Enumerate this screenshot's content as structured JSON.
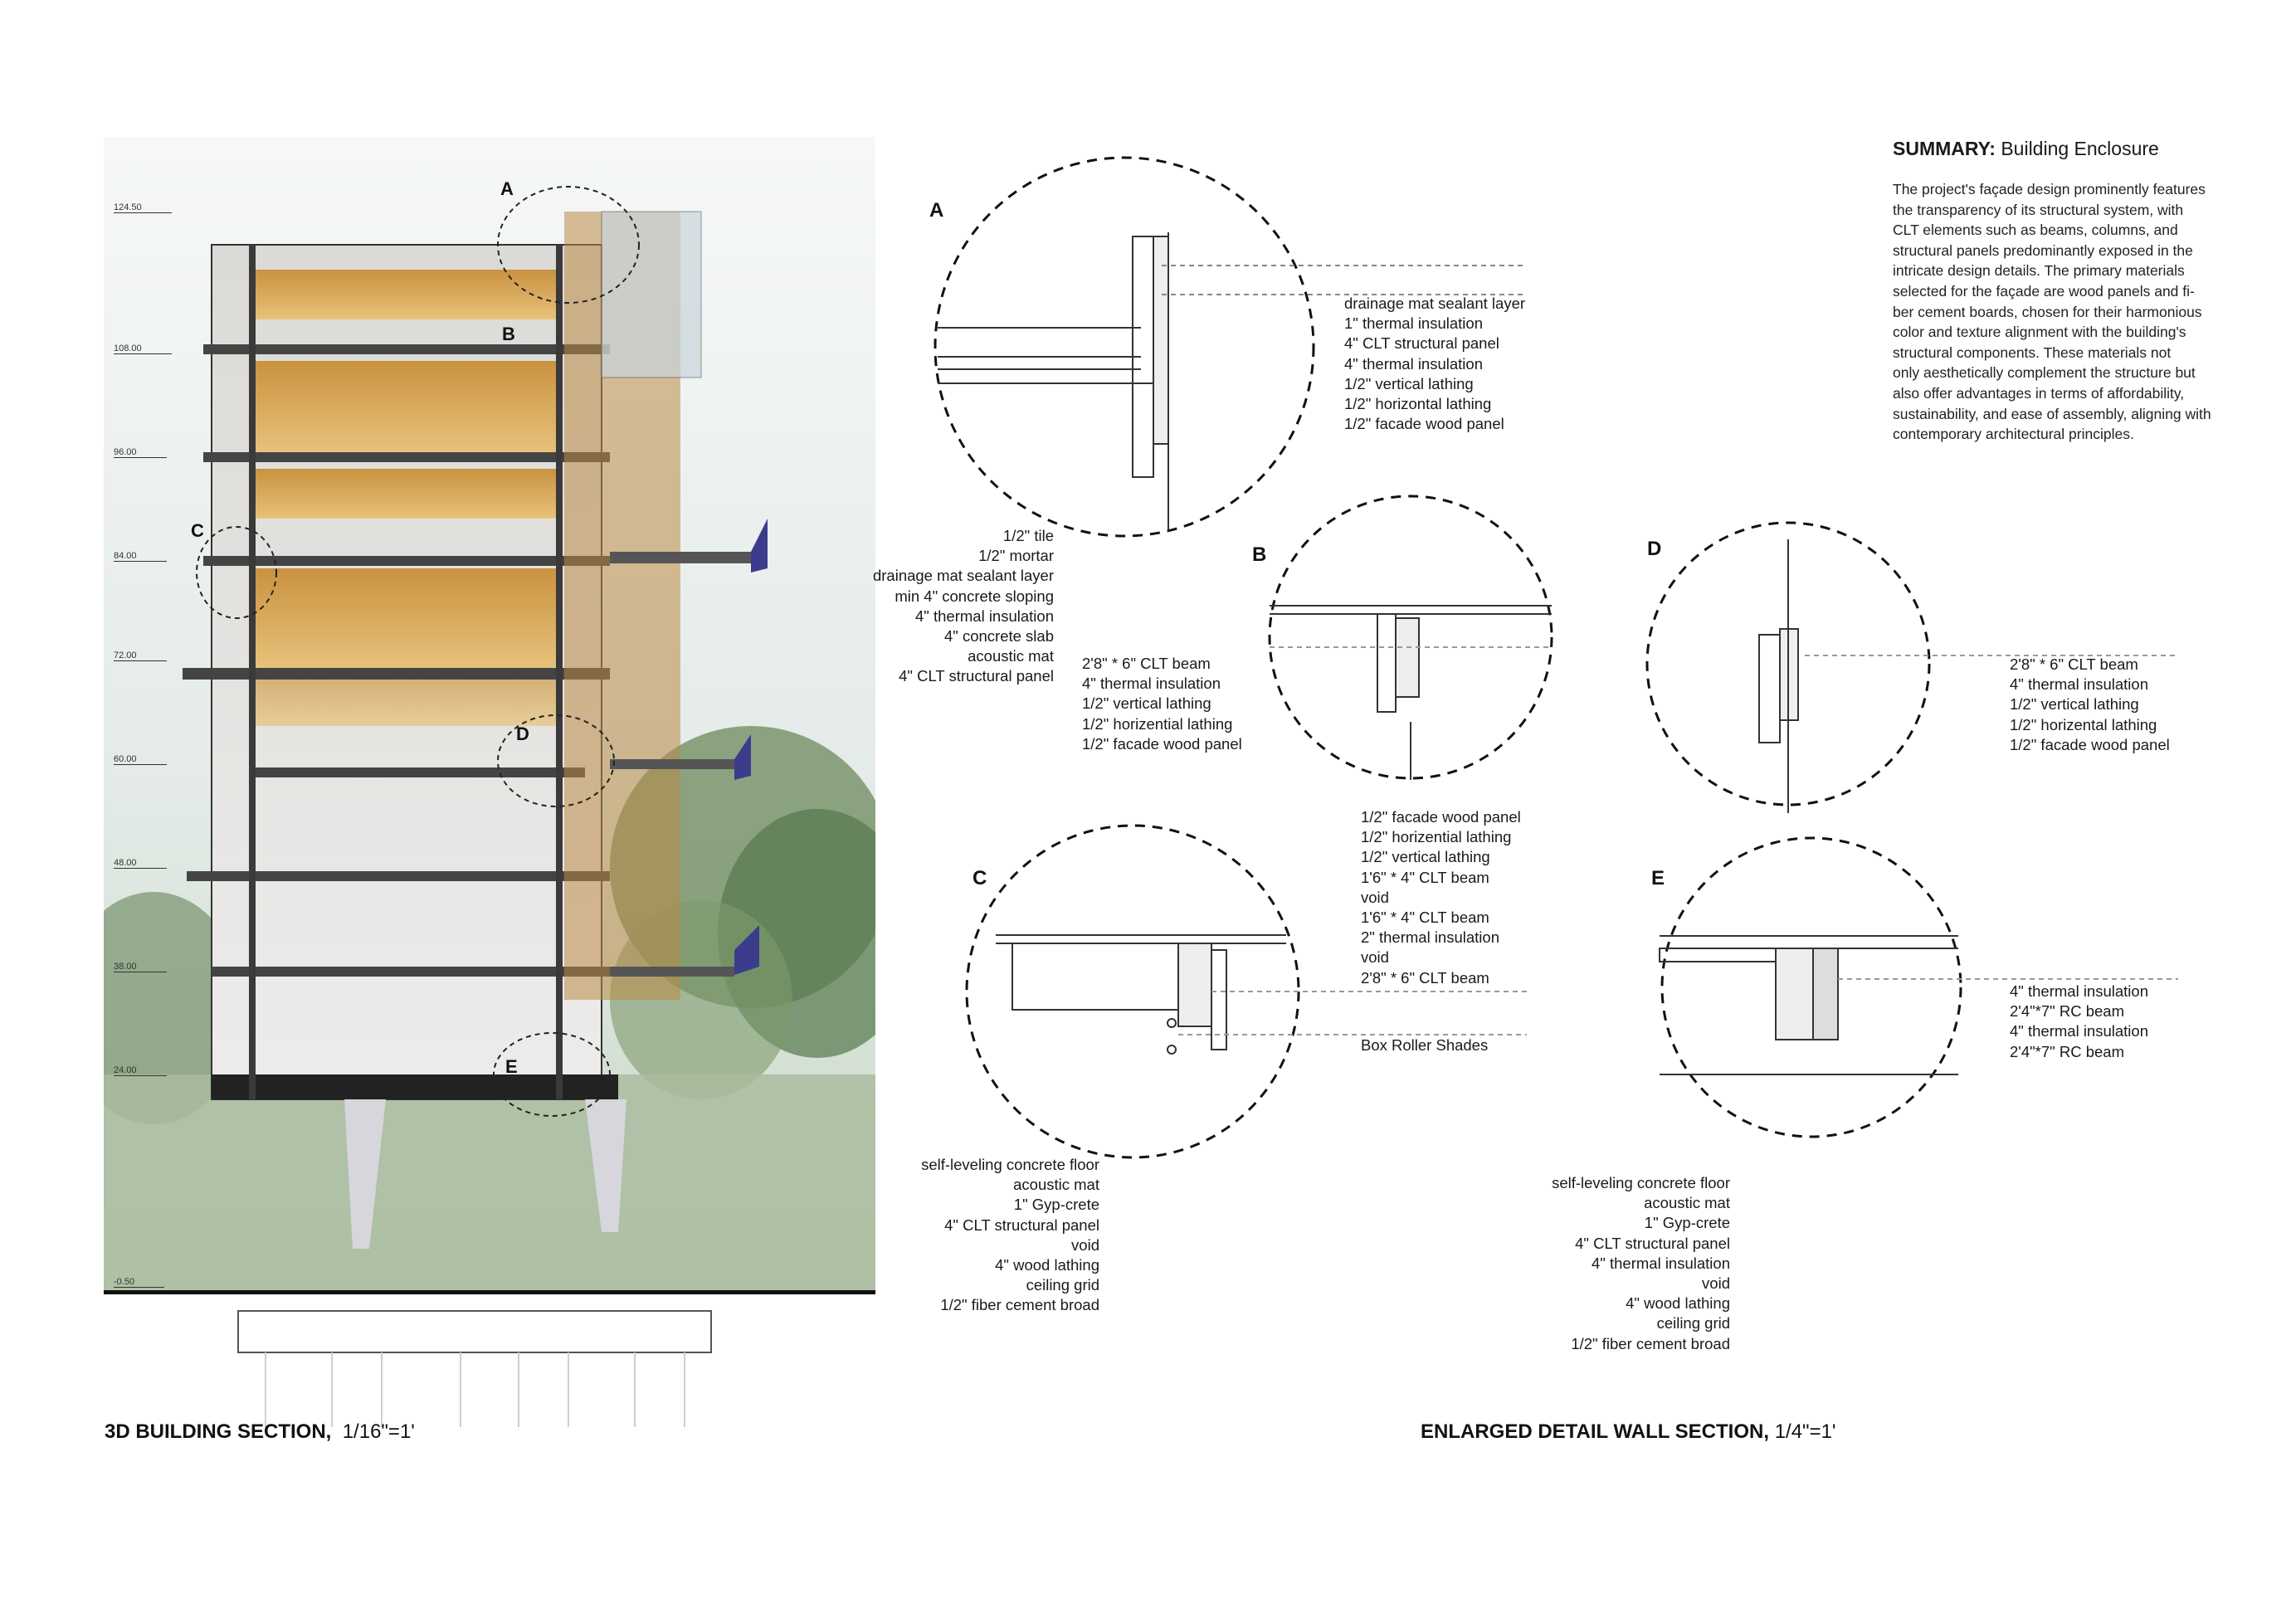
{
  "building_section": {
    "level_marks": [
      "124.50",
      "108.00",
      "96.00",
      "84.00",
      "72.00",
      "60.00",
      "48.00",
      "38.00",
      "24.00",
      "-0.50"
    ],
    "callouts": [
      "A",
      "B",
      "C",
      "D",
      "E"
    ],
    "caption": "3D BUILDING SECTION,",
    "scale": "1/16\"=1'"
  },
  "details_caption": {
    "caption": "ENLARGED DETAIL WALL SECTION,",
    "scale": "1/4\"=1'"
  },
  "summary": {
    "title_bold": "SUMMARY:",
    "title_rest": " Building Enclosure",
    "lines": [
      "The project's façade design prominently features",
      "the transparency of its structural system, with",
      "CLT elements such as beams, columns, and",
      "structural panels predominantly exposed in the",
      "intricate design details. The primary materials",
      "selected for the façade are wood panels and fi-",
      "ber cement boards, chosen for their harmonious",
      "color and texture alignment with the building's",
      "structural components. These materials not",
      "only aesthetically complement the structure but",
      "also offer advantages in terms of affordability,",
      "sustainability, and ease of assembly, aligning with",
      "contemporary architectural principles."
    ]
  },
  "details": {
    "A": {
      "label": "A",
      "wall_layers": [
        "drainage mat sealant layer",
        "1\" thermal insulation",
        "4\" CLT structural panel",
        "4\" thermal insulation",
        "1/2\" vertical lathing",
        "1/2\" horizontal lathing",
        "1/2\" facade wood panel"
      ],
      "roof_layers": [
        "1/2\" tile",
        "1/2\" mortar",
        "drainage mat sealant layer",
        "min 4\" concrete sloping",
        "4\" thermal insulation",
        "4\" concrete slab",
        "acoustic mat",
        "4\" CLT structural panel"
      ]
    },
    "B": {
      "label": "B",
      "layers_left": [
        "2'8\" * 6\" CLT beam",
        "4\" thermal insulation",
        "1/2\" vertical lathing",
        "1/2\" horizential lathing",
        "1/2\" facade wood panel"
      ]
    },
    "C": {
      "label": "C",
      "layers_top": [
        "1/2\" facade wood panel",
        "1/2\" horizential lathing",
        "1/2\" vertical lathing",
        "1'6\" * 4\" CLT beam",
        "void",
        "1'6\" * 4\" CLT beam",
        "2\" thermal insulation",
        "void",
        "2'8\" * 6\" CLT beam"
      ],
      "shades": "Box Roller Shades",
      "floor_layers": [
        "self-leveling concrete floor",
        "acoustic mat",
        "1\" Gyp-crete",
        "4\" CLT structural panel",
        "void",
        "4\" wood lathing",
        "ceiling grid",
        "1/2\" fiber cement broad"
      ]
    },
    "D": {
      "label": "D",
      "layers": [
        "2'8\" * 6\" CLT beam",
        "4\" thermal insulation",
        "1/2\" vertical lathing",
        "1/2\" horizental lathing",
        "1/2\" facade wood panel"
      ]
    },
    "E": {
      "label": "E",
      "layers_right": [
        "4\" thermal insulation",
        "2'4\"*7\" RC beam",
        "4\" thermal insulation",
        "2'4\"*7\" RC beam"
      ],
      "floor_layers": [
        "self-leveling concrete floor",
        "acoustic mat",
        "1\" Gyp-crete",
        "4\" CLT structural panel",
        "4\" thermal insulation",
        "void",
        "4\" wood lathing",
        "ceiling grid",
        "1/2\" fiber cement broad"
      ]
    }
  }
}
